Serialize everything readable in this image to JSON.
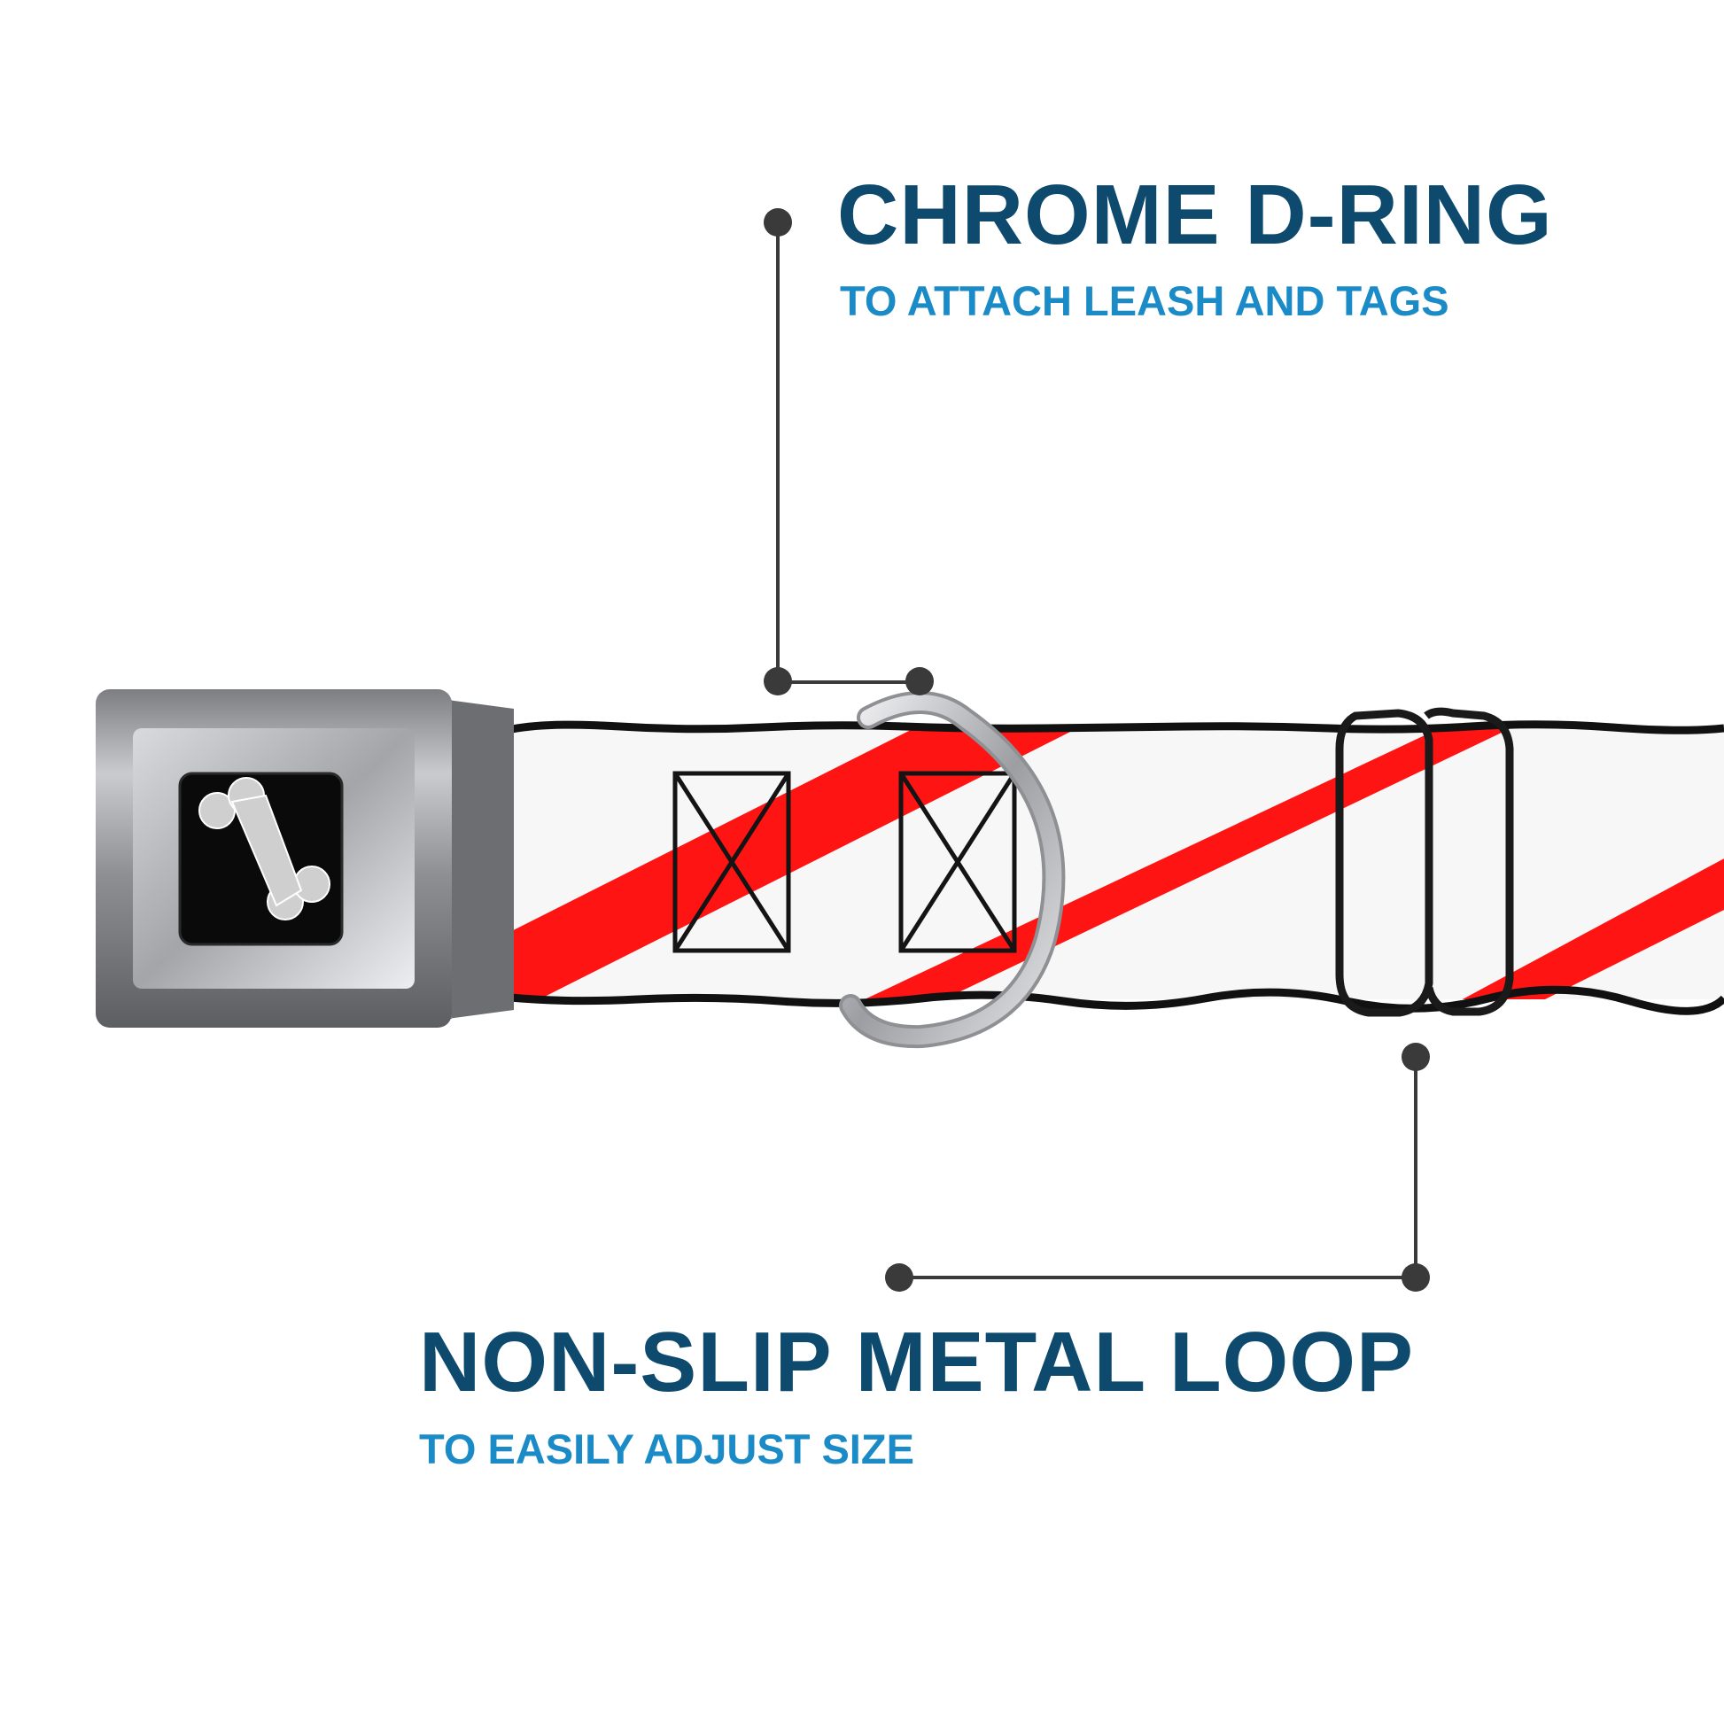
{
  "colors": {
    "title": "#0d4a6e",
    "subtitle": "#1a8bc7",
    "callout_line": "#3a3a3a",
    "stripe_red": "#ff1414",
    "webbing_white": "#f7f7f7",
    "buckle_metal": "#9a9ca0",
    "d_ring_metal": "#c8c8cc",
    "loop_black": "#1a1a1a"
  },
  "callouts": {
    "d_ring": {
      "title": "CHROME D-RING",
      "subtitle": "TO ATTACH LEASH AND TAGS"
    },
    "loop": {
      "title": "NON-SLIP METAL LOOP",
      "subtitle": "TO EASILY ADJUST SIZE"
    }
  },
  "product": {
    "buckle_icon": "bone-icon",
    "pattern": "diagonal red and white stripes"
  }
}
